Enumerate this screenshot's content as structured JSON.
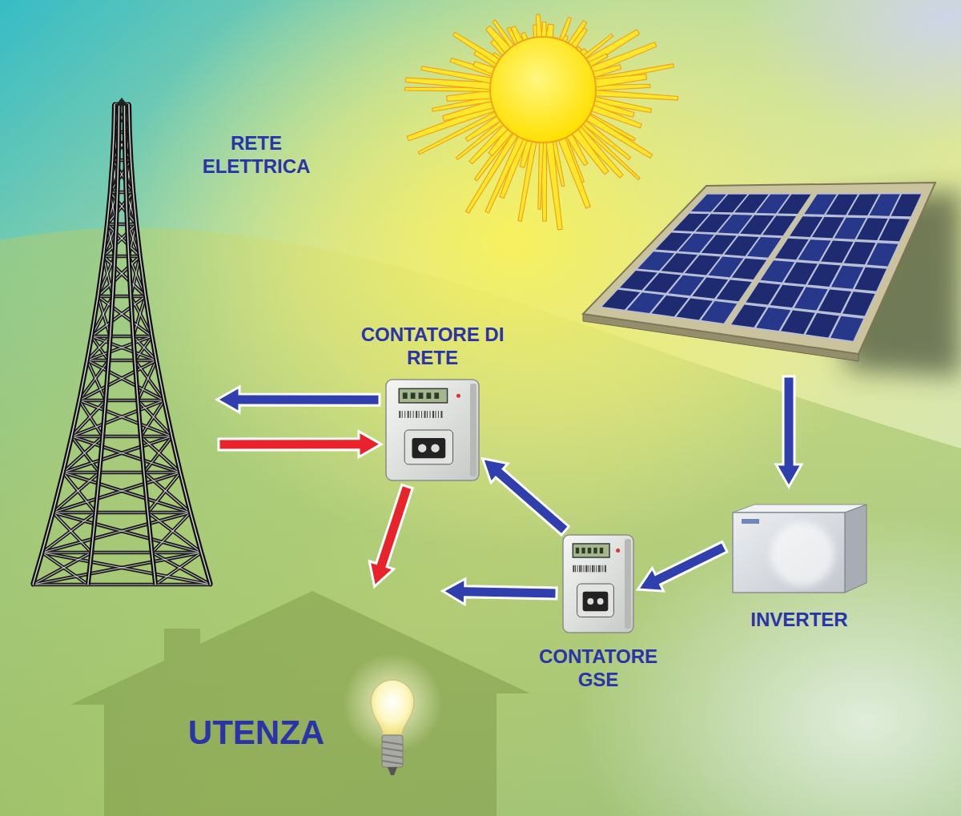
{
  "diagram": {
    "nodes": [
      {
        "text": [
          "RETE ELETTRICA"
        ]
      },
      {
        "text": [
          "CONTATORE DI RETE"
        ]
      },
      {
        "text": [
          "INVERTER"
        ]
      },
      {
        "text": [
          "CONTATORE GSE"
        ]
      },
      {
        "text": [
          "UTENZA"
        ]
      }
    ],
    "edges": [
      {
        "from": 1,
        "to": 0,
        "arrow": "to"
      },
      {
        "from": 0,
        "to": 1,
        "arrow": "to"
      },
      {
        "from": 1,
        "to": 4,
        "arrow": "to"
      },
      {
        "from": 3,
        "to": 1,
        "arrow": "to"
      },
      {
        "from": 2,
        "to": 3,
        "arrow": "to"
      },
      {
        "from": 3,
        "to": 4,
        "arrow": "to"
      }
    ]
  }
}
